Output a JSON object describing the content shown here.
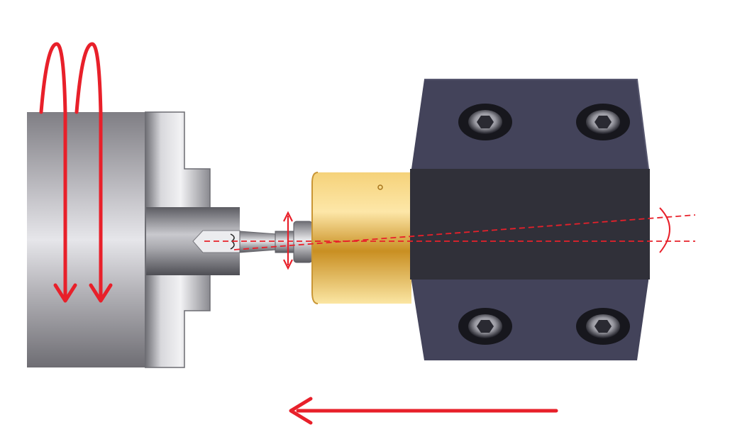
{
  "diagram": {
    "labels": [],
    "colors": {
      "background": "#ffffff",
      "annotation_red": "#e8202a",
      "chuck_gray": "#8e8d92",
      "holder_dark": "#3f3f55",
      "holder_band": "#30303a",
      "brass_bushing": "#d9a530"
    },
    "components": [
      {
        "name": "rotating-chuck",
        "icon": "chuck"
      },
      {
        "name": "workpiece",
        "icon": "cylinder"
      },
      {
        "name": "drill-bit",
        "icon": "tool"
      },
      {
        "name": "brass-adapter",
        "icon": "bushing"
      },
      {
        "name": "tool-holder-block",
        "icon": "block"
      },
      {
        "name": "socket-screws",
        "icon": "hex-socket",
        "count": 4
      }
    ],
    "annotations": [
      {
        "name": "rotation-arrows",
        "icon": "curved-down-arrow",
        "count": 2
      },
      {
        "name": "feed-direction-arrow",
        "icon": "arrow-left"
      },
      {
        "name": "spindle-axis",
        "icon": "dashed-line"
      },
      {
        "name": "misalignment-axis",
        "icon": "dashed-line"
      },
      {
        "name": "angle-arc",
        "icon": "arc"
      },
      {
        "name": "wobble-arrow",
        "icon": "double-arrow-vertical"
      }
    ]
  }
}
